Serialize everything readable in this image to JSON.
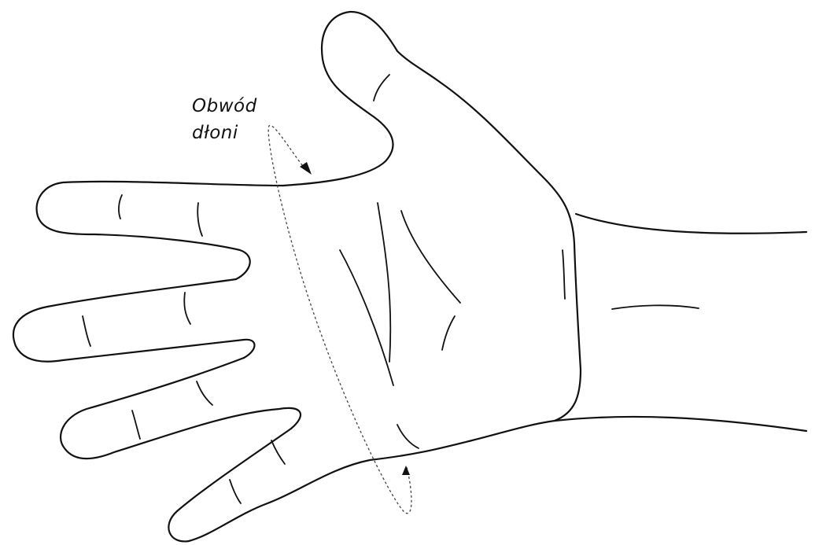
{
  "annotation": {
    "line1": "Obwód",
    "line2": "dłoni"
  },
  "colors": {
    "ink": "#111111",
    "measure_loop": "#444444",
    "background": "#ffffff"
  },
  "icons": [
    "hand-outline-illustration",
    "measurement-loop-arrow"
  ]
}
